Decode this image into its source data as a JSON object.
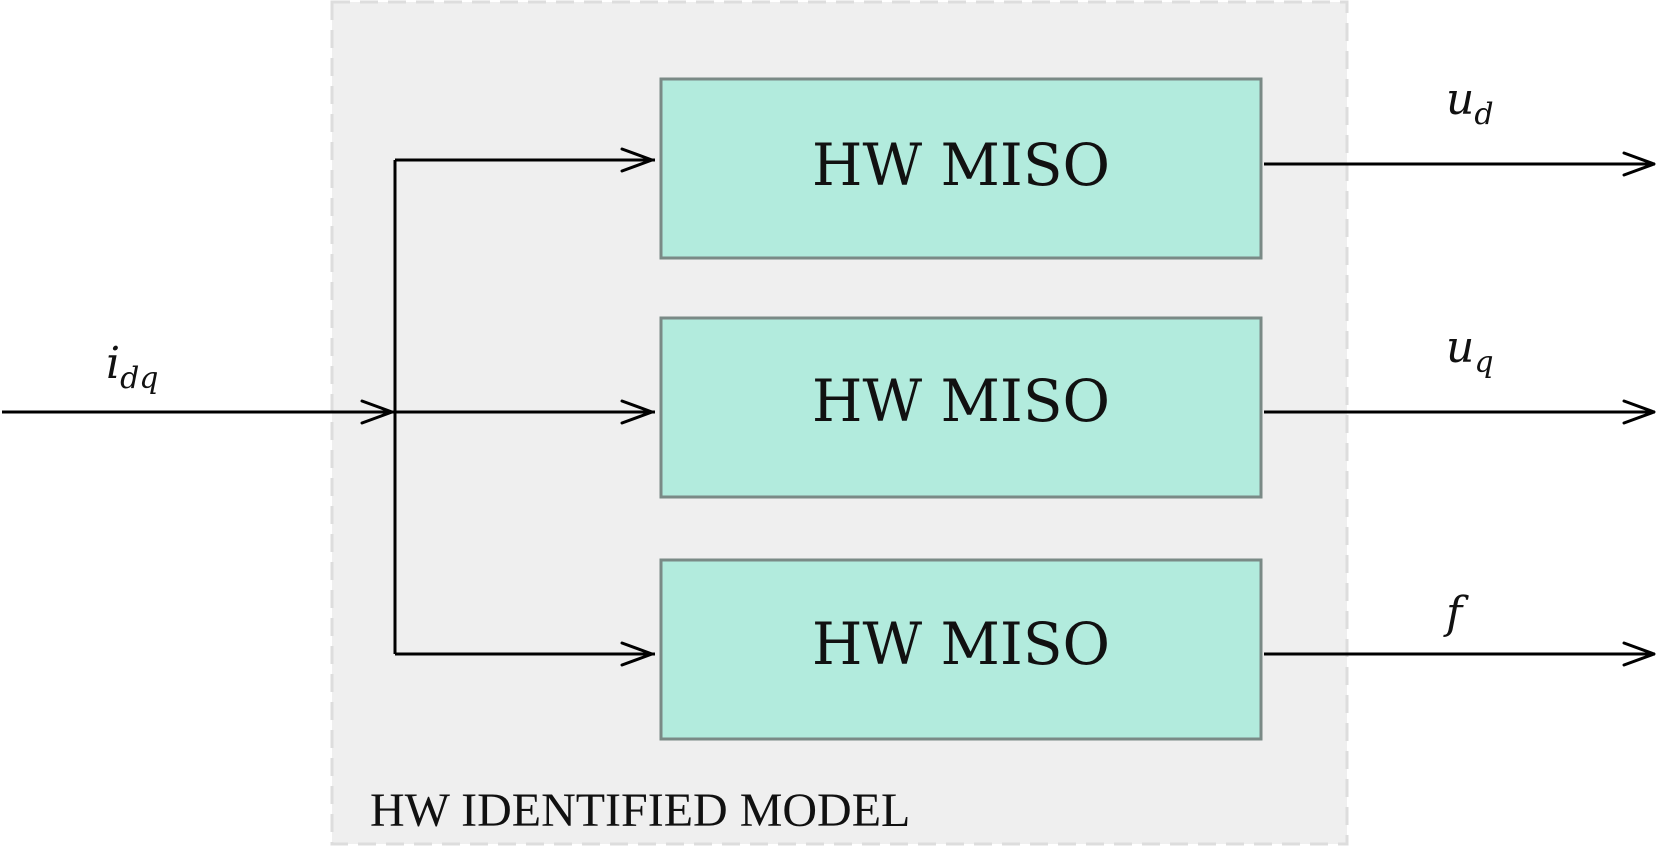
{
  "container": {
    "label": "HW IDENTIFIED MODEL",
    "fill": "#efefef",
    "border": "#dddddd"
  },
  "blocks": [
    {
      "label": "HW MISO"
    },
    {
      "label": "HW MISO"
    },
    {
      "label": "HW MISO"
    }
  ],
  "block_style": {
    "fill": "#b2ebdd",
    "border": "#7a8a86"
  },
  "input_signal": {
    "base": "i",
    "sub": "dq"
  },
  "output_signals": [
    {
      "base": "u",
      "sub": "d"
    },
    {
      "base": "u",
      "sub": "q"
    },
    {
      "base": "f",
      "sub": ""
    }
  ]
}
